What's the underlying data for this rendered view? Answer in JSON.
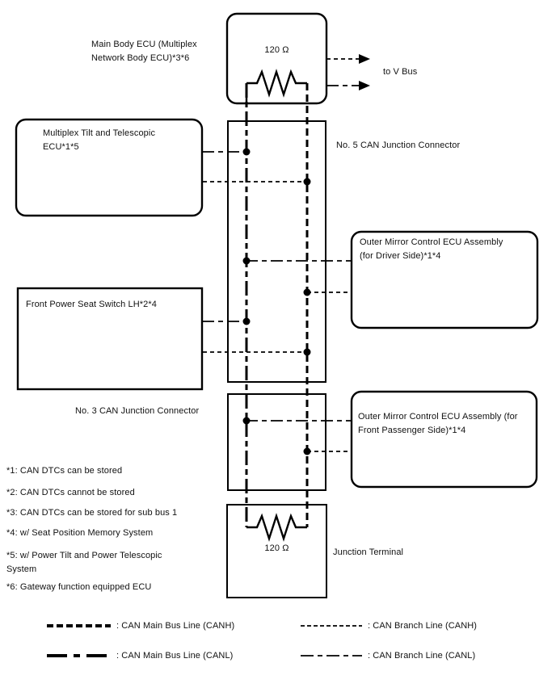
{
  "nodes": {
    "main_body_ecu": "Main Body ECU (Multiplex\nNetwork Body ECU)*3*6",
    "top_resistor": "120 Ω",
    "to_v_bus": "to V Bus",
    "no5_junction": "No. 5 CAN Junction Connector",
    "multiplex_tilt_ecu": "Multiplex Tilt and Telescopic\nECU*1*5",
    "outer_mirror_driver": "Outer Mirror Control ECU Assembly\n(for Driver Side)*1*4",
    "front_power_seat_switch": "Front Power Seat Switch LH*2*4",
    "no3_junction": "No. 3 CAN Junction Connector",
    "outer_mirror_passenger": "Outer Mirror Control ECU Assembly (for\nFront Passenger Side)*1*4",
    "bottom_resistor": "120 Ω",
    "junction_terminal": "Junction Terminal"
  },
  "footnotes": [
    "*1: CAN DTCs can be stored",
    "*2: CAN DTCs cannot be stored",
    "*3: CAN DTCs can be stored for sub bus 1",
    "*4: w/ Seat Position Memory System",
    "*5: w/ Power Tilt and Power Telescopic\nSystem",
    "*6: Gateway function equipped ECU"
  ],
  "legend": [
    {
      "id": "main-canh",
      "label": ": CAN Main Bus Line (CANH)"
    },
    {
      "id": "branch-canh",
      "label": ": CAN Branch Line (CANH)"
    },
    {
      "id": "main-canl",
      "label": ": CAN Main Bus Line (CANL)"
    },
    {
      "id": "branch-canl",
      "label": ": CAN Branch Line (CANL)"
    }
  ],
  "colors": {
    "line": "#000000",
    "background": "#ffffff",
    "text": "#111111"
  }
}
